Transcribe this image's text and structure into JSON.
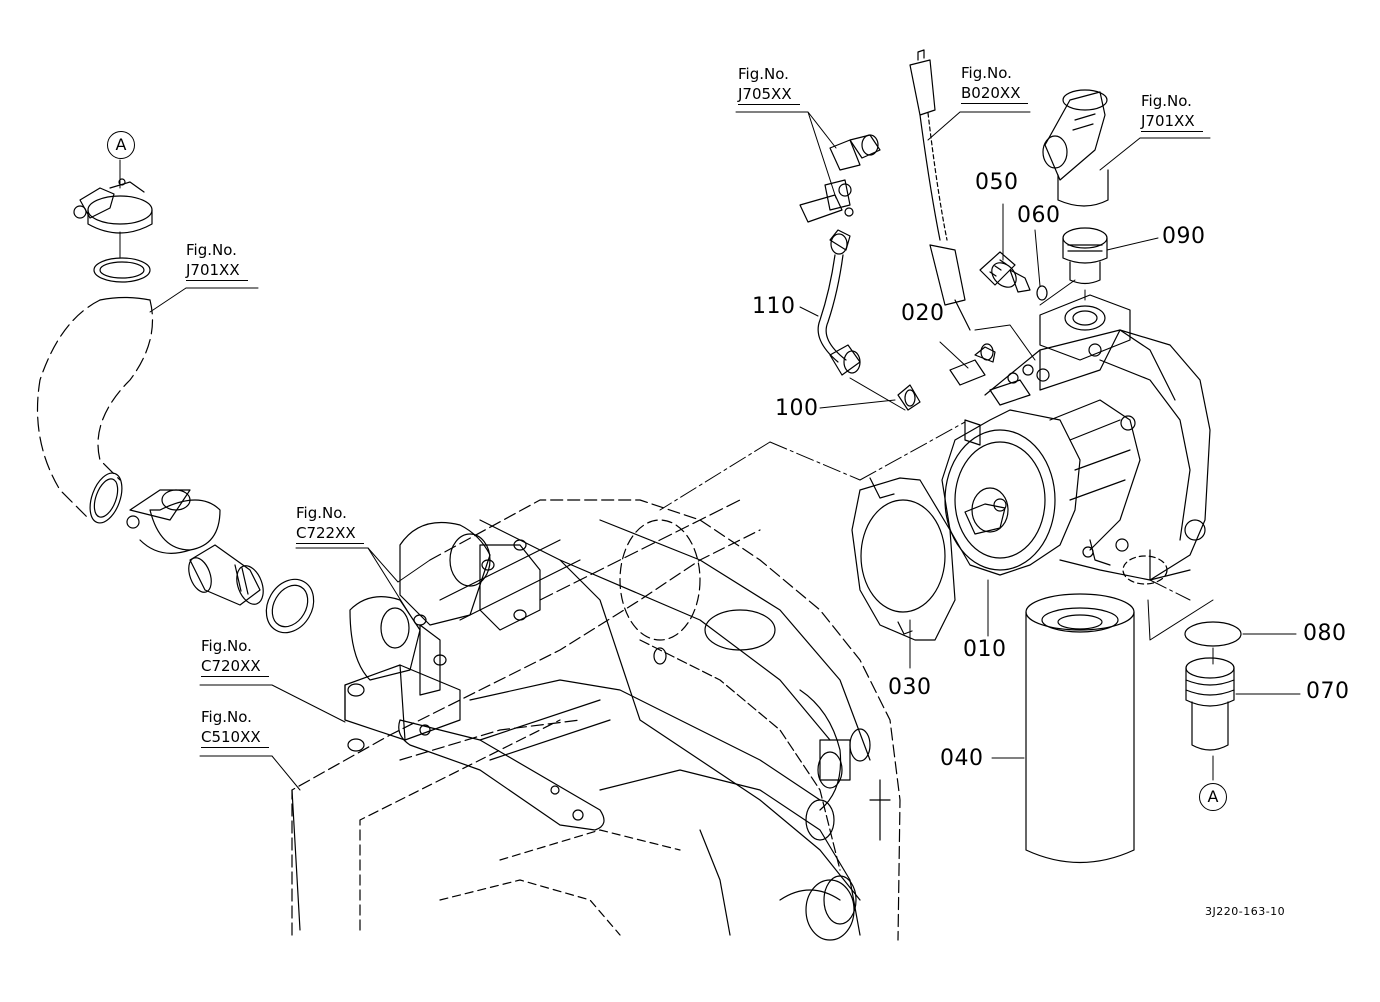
{
  "drawing_id": "3J220-163-10",
  "figure_prefix": "Fig.No.",
  "figure_refs": {
    "j705": "J705XX",
    "b020": "B020XX",
    "j701_top": "J701XX",
    "j701_left": "J701XX",
    "c722": "C722XX",
    "c720": "C720XX",
    "c510": "C510XX"
  },
  "connection_marker": "A",
  "parts": {
    "p010": "010",
    "p020": "020",
    "p030": "030",
    "p040": "040",
    "p050": "050",
    "p060": "060",
    "p070": "070",
    "p080": "080",
    "p090": "090",
    "p100": "100",
    "p110": "110"
  }
}
